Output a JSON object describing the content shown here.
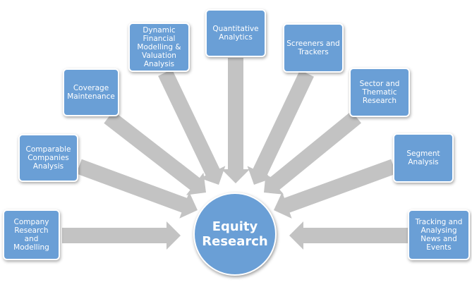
{
  "center": {
    "label": "Equity\nResearch"
  },
  "items": [
    {
      "label": "Company\nResearch and\nModelling"
    },
    {
      "label": "Comparable\nCompanies\nAnalysis"
    },
    {
      "label": "Coverage\nMaintenance"
    },
    {
      "label": "Dynamic\nFinancial\nModelling &\nValuation\nAnalysis"
    },
    {
      "label": "Quantitative\nAnalytics"
    },
    {
      "label": "Screeners and\nTrackers"
    },
    {
      "label": "Sector and\nThematic\nResearch"
    },
    {
      "label": "Segment\nAnalysis"
    },
    {
      "label": "Tracking and\nAnalysing\nNews and\nEvents"
    }
  ],
  "colors": {
    "box": "#6a9fd6",
    "arrow": "#c3c3c3",
    "text": "#ffffff"
  }
}
